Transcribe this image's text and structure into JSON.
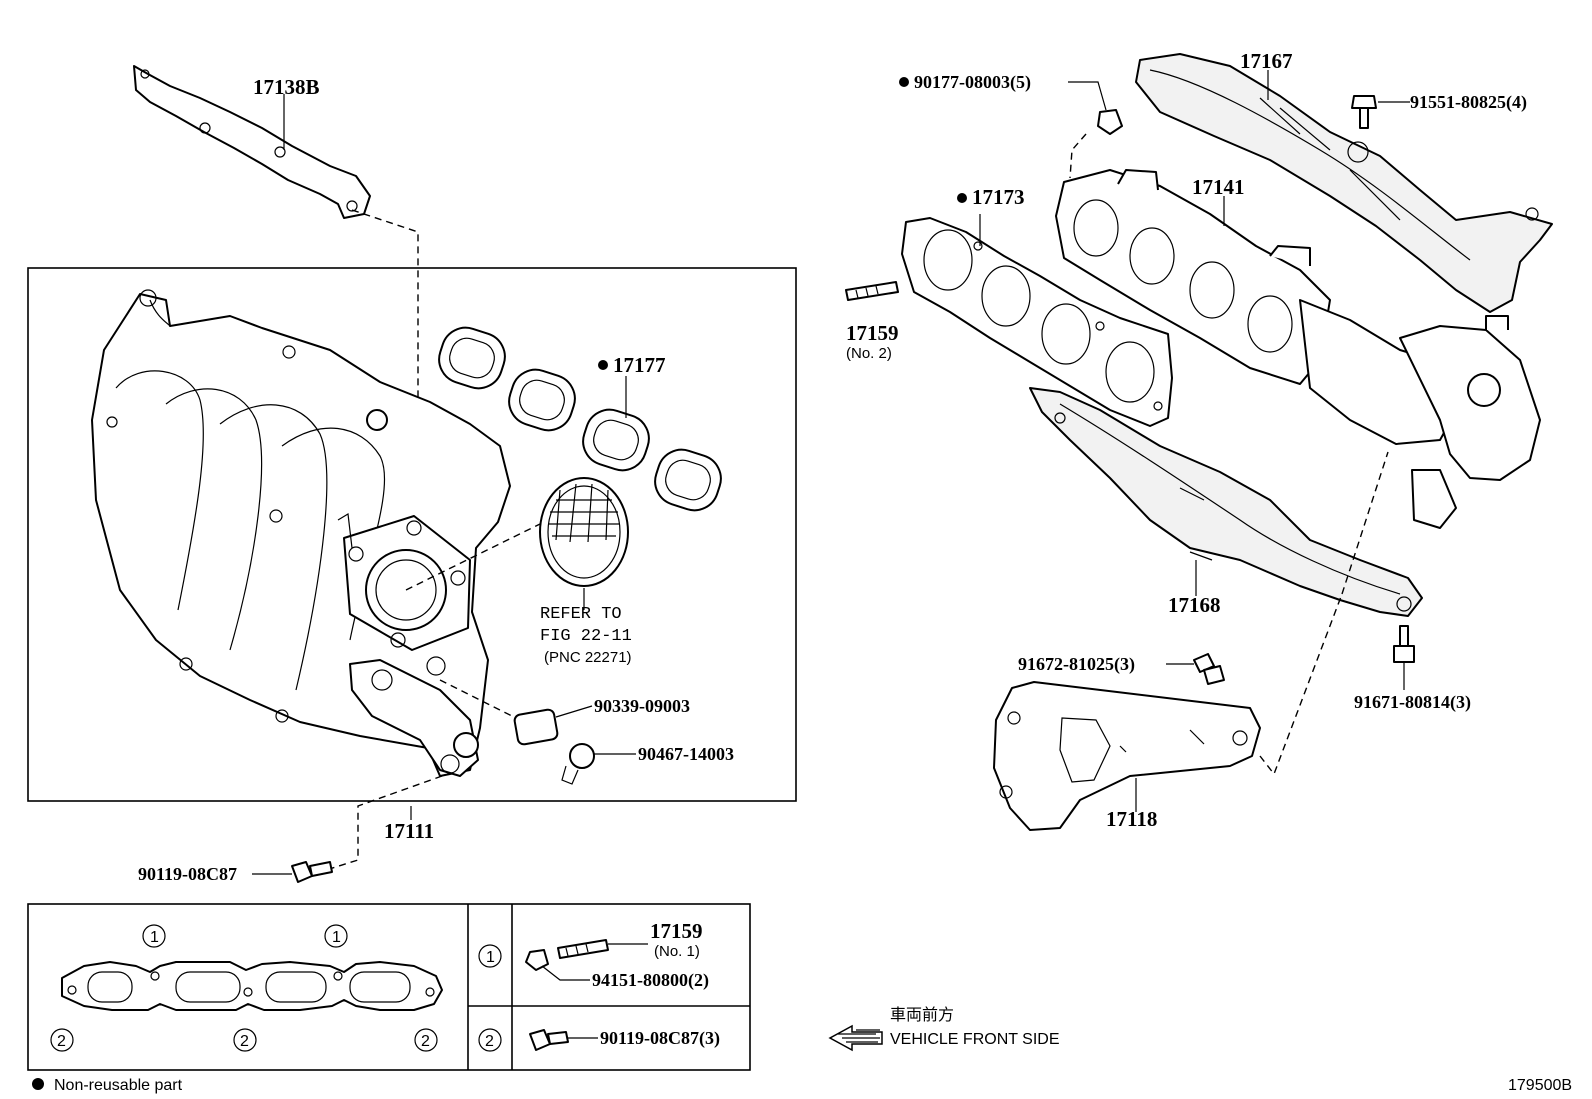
{
  "diagram": {
    "figure_code": "179500B",
    "legend_note": "Non-reusable part",
    "direction": {
      "jp": "車両前方",
      "en": "VEHICLE FRONT SIDE"
    },
    "refer": {
      "line1": "REFER TO",
      "line2": "FIG 22-11",
      "line3": "(PNC 22271)"
    },
    "parts": {
      "p17138B": "17138B",
      "p17177": "17177",
      "p17111": "17111",
      "p90339": "90339-09003",
      "p90467": "90467-14003",
      "p90119": "90119-08C87",
      "p90177": "90177-08003(5)",
      "p17167": "17167",
      "p91551": "91551-80825(4)",
      "p17173": "17173",
      "p17141": "17141",
      "p17159n2": "17159",
      "p17159n2_sub": "(No. 2)",
      "p17168": "17168",
      "p91672": "91672-81025(3)",
      "p91671": "91671-80814(3)",
      "p17118": "17118"
    },
    "detail": {
      "stud_no": "17159",
      "stud_sub": "(No. 1)",
      "nut": "94151-80800(2)",
      "bolt": "90119-08C87(3)",
      "mark1": "1",
      "mark2": "2"
    }
  }
}
